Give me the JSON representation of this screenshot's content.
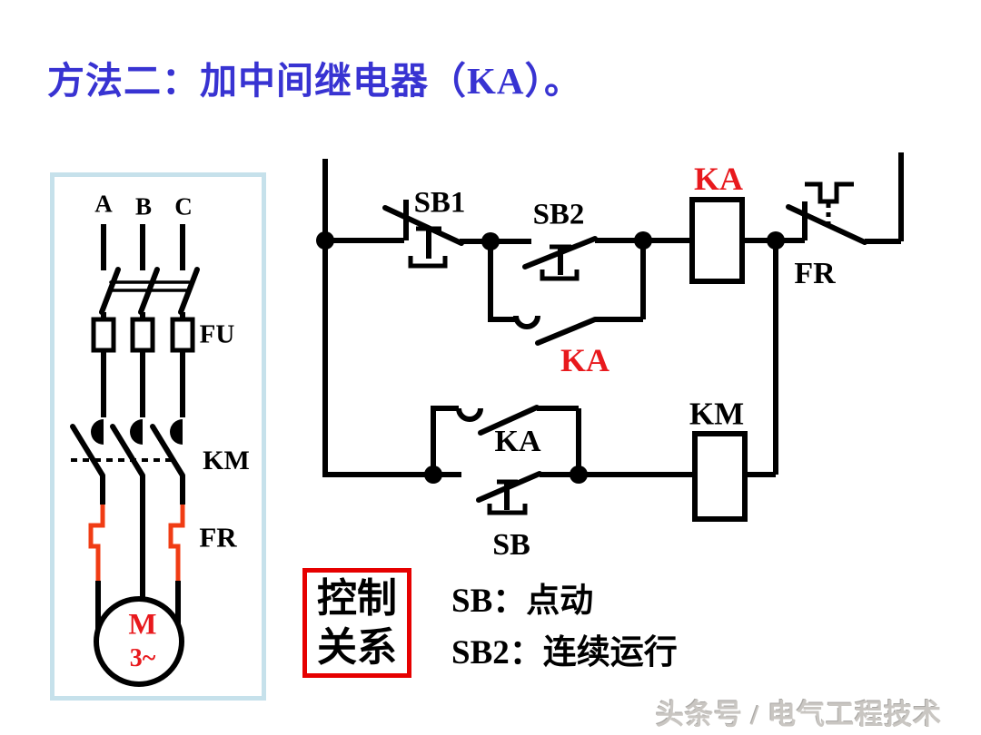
{
  "slide": {
    "title": "方法二：加中间继电器（KA）。",
    "watermark": "头条号 / 电气工程技术"
  },
  "main_circuit": {
    "phase_labels": [
      "A",
      "B",
      "C"
    ],
    "fuse_label": "FU",
    "contactor_contact_label": "KM",
    "thermal_relay_label": "FR",
    "motor_label": "M",
    "motor_type_label": "3~"
  },
  "control_circuit": {
    "stop_button_label": "SB1",
    "run_button_label": "SB2",
    "relay_coil_label": "KA",
    "relay_seal_contact_label": "KA",
    "thermal_contact_label": "FR",
    "contactor_coil_label": "KM",
    "relay_run_contact_label": "KA",
    "jog_button_label": "SB"
  },
  "notes": {
    "box_line1": "控制",
    "box_line2": "关系",
    "line1": "SB：点动",
    "line2": "SB2：连续运行"
  },
  "colors": {
    "title_blue": "#3833d2",
    "label_red": "#e8191d",
    "heater_orange": "#f03c14",
    "panel_border_blue": "#c6e1eb",
    "note_box_red": "#e60000",
    "watermark_gray": "#c9c6c2"
  }
}
